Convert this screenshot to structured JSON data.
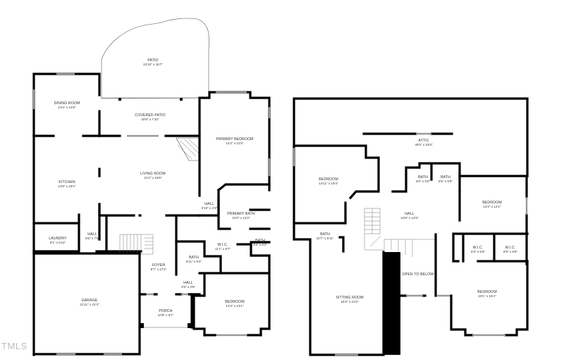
{
  "watermark": "TMLS",
  "floors": [
    {
      "name": "main-floor",
      "rooms": [
        {
          "id": "patio",
          "label": "PATIO",
          "dims": "22'10\" x 15'7\""
        },
        {
          "id": "dining-room",
          "label": "DINING ROOM",
          "dims": "13'4\" x 12'8\""
        },
        {
          "id": "covered-patio",
          "label": "COVERED PATIO",
          "dims": "20'8\" x 7'10\""
        },
        {
          "id": "primary-bedroom",
          "label": "PRIMARY BEDROOM",
          "dims": "14'2\" x 21'5\""
        },
        {
          "id": "kitchen",
          "label": "KITCHEN",
          "dims": "13'6\" x 18'1\""
        },
        {
          "id": "living-room",
          "label": "LIVING ROOM",
          "dims": "21'2\" x 16'6\""
        },
        {
          "id": "hall-1",
          "label": "HALL",
          "dims": "3'10\" x 4'3\""
        },
        {
          "id": "primary-bath",
          "label": "PRIMARY BATH",
          "dims": "10'0\" x 12'2\""
        },
        {
          "id": "laundry",
          "label": "LAUNDRY",
          "dims": "9'1\" x 5'11\""
        },
        {
          "id": "hall-2",
          "label": "HALL",
          "dims": "5'5\" x 7'6\""
        },
        {
          "id": "wic-1",
          "label": "W.I.C.",
          "dims": "11'1\" x 8'7\""
        },
        {
          "id": "bath-small",
          "label": "BATH",
          "dims": "3'3\" x 5'2\""
        },
        {
          "id": "bath-1",
          "label": "BATH",
          "dims": "8'11\" x 6'4\""
        },
        {
          "id": "foyer",
          "label": "FOYER",
          "dims": "8'7\" x 17'2\""
        },
        {
          "id": "hall-3",
          "label": "HALL",
          "dims": "4'5\" x 4'5\""
        },
        {
          "id": "garage",
          "label": "GARAGE",
          "dims": "21'11\" x 21'4\""
        },
        {
          "id": "porch",
          "label": "PORCH",
          "dims": "10'8\" x 6'7\""
        },
        {
          "id": "bedroom-1",
          "label": "BEDROOM",
          "dims": "14'4\" x 13'1\""
        }
      ]
    },
    {
      "name": "upper-floor",
      "rooms": [
        {
          "id": "attic",
          "label": "ATTIC",
          "dims": "49'2\" x 19'3\""
        },
        {
          "id": "bedroom-2",
          "label": "BEDROOM",
          "dims": "14'11\" x 16'4\""
        },
        {
          "id": "bath-2",
          "label": "BATH",
          "dims": "5'0\" x 5'0\""
        },
        {
          "id": "bath-3",
          "label": "BATH",
          "dims": "5'5\" x 5'9\""
        },
        {
          "id": "bedroom-3",
          "label": "BEDROOM",
          "dims": "14'2\" x 12'1\""
        },
        {
          "id": "hall-4",
          "label": "HALL",
          "dims": "23'9\" x 14'8\""
        },
        {
          "id": "bath-4",
          "label": "BATH",
          "dims": "10'7\" x 5'11\""
        },
        {
          "id": "wic-2",
          "label": "W.I.C.",
          "dims": "6'3\" x 5'8\""
        },
        {
          "id": "wic-3",
          "label": "W.I.C.",
          "dims": "6'9\" x 5'8\""
        },
        {
          "id": "open-to-below",
          "label": "OPEN TO BELOW",
          "dims": ""
        },
        {
          "id": "sitting-room",
          "label": "SITTING ROOM",
          "dims": "15'2\" x 21'6\""
        },
        {
          "id": "bedroom-4",
          "label": "BEDROOM",
          "dims": "19'1\" x 15'4\""
        }
      ]
    }
  ]
}
